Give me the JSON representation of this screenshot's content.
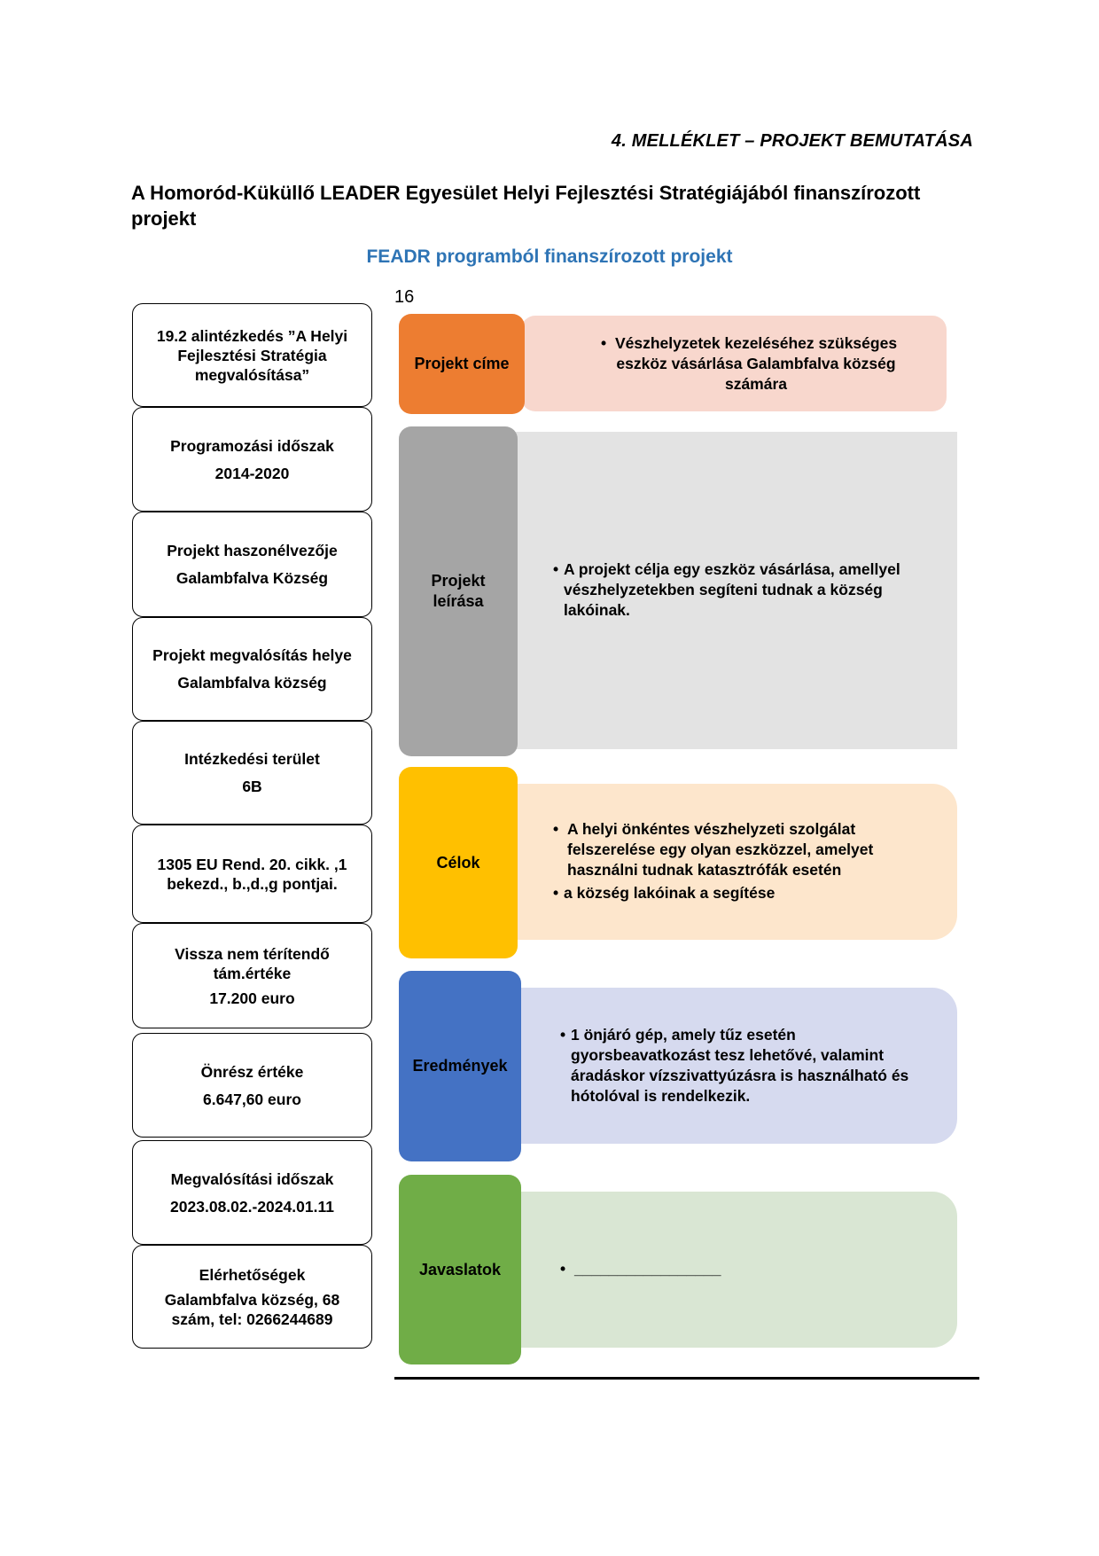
{
  "header": {
    "annex": "4. MELLÉKLET – PROJEKT BEMUTATÁSA",
    "title": "A Homoród-Küküllő LEADER Egyesület Helyi Fejlesztési Stratégiájából finanszírozott projekt",
    "subtitle": "FEADR programból finanszírozott projekt",
    "page_number": "16"
  },
  "left_boxes": [
    {
      "label": "19.2 alintézkedés ”A Helyi Fejlesztési Stratégia megvalósítása”",
      "value": ""
    },
    {
      "label": "Programozási időszak",
      "value": "2014-2020"
    },
    {
      "label": "Projekt haszonélvezője",
      "value": "Galambfalva Község"
    },
    {
      "label": "Projekt megvalósítás helye",
      "value": "Galambfalva község"
    },
    {
      "label": "Intézkedési terület",
      "value": "6B"
    },
    {
      "label": "1305 EU Rend.  20. cikk. ,1 bekezd.,  b.,d.,g pontjai.",
      "value": ""
    },
    {
      "label": "Vissza nem térítendő tám.értéke",
      "value": "17.200 euro"
    },
    {
      "label": "Önrész értéke",
      "value": "6.647,60 euro"
    },
    {
      "label": "Megvalósítási időszak",
      "value": "2023.08.02.-2024.01.11"
    },
    {
      "label": "Elérhetőségek",
      "value": "Galambfalva község, 68 szám, tel: 0266244689"
    }
  ],
  "sections": {
    "title": {
      "label": "Projekt címe",
      "items": [
        "Vészhelyzetek kezeléséhez szükséges eszköz vásárlása Galambfalva község számára"
      ]
    },
    "description": {
      "label": "Projekt leírása",
      "items": [
        "A projekt célja egy eszköz vásárlása, amellyel vészhelyzetekben segíteni tudnak a község lakóinak."
      ]
    },
    "goals": {
      "label": "Célok",
      "items": [
        "A helyi önkéntes vészhelyzeti szolgálat felszerelése egy olyan eszközzel, amelyet használni tudnak katasztrófák esetén",
        "a község lakóinak a segítése"
      ]
    },
    "results": {
      "label": "Eredmények",
      "items": [
        "1 önjáró gép, amely tűz esetén gyorsbeavatkozást tesz lehetővé, valamint áradáskor vízszivattyúzásra is használható és hótolóval is rendelkezik."
      ]
    },
    "suggestions": {
      "label": "Javaslatok",
      "items": [
        "_________________"
      ]
    }
  },
  "colors": {
    "title_tab": "#ed7d31",
    "title_panel": "#f8d7cd",
    "description_tab": "#a5a5a5",
    "description_panel": "#e3e3e3",
    "goals_tab": "#ffc000",
    "goals_panel": "#fde6cc",
    "results_tab": "#4472c4",
    "results_panel": "#d6daef",
    "suggestions_tab": "#70ad47",
    "suggestions_panel": "#d9e6d3",
    "subtitle": "#2e74b5"
  }
}
